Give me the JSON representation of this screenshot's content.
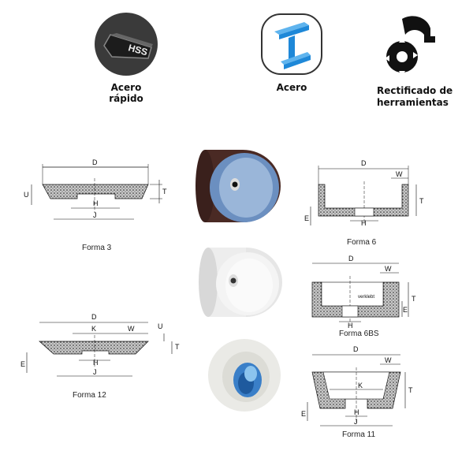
{
  "icons": [
    {
      "label": "Acero rápido",
      "badge_text": "HSS",
      "icon": "hss-tool-icon",
      "bg": "#3a3a3a"
    },
    {
      "label": "Acero",
      "icon": "steel-beam-icon",
      "bg": "#ffffff",
      "accent": "#1e88d8"
    },
    {
      "label": "Rectificado de herramientas",
      "icon": "saw-grinder-icon"
    }
  ],
  "forms": {
    "f3": {
      "caption": "Forma 3",
      "dims": {
        "D": "D",
        "H": "H",
        "J": "J",
        "T": "T",
        "U": "U"
      }
    },
    "f12": {
      "caption": "Forma 12",
      "dims": {
        "D": "D",
        "K": "K",
        "W": "W",
        "U": "U",
        "T": "T",
        "E": "E",
        "H": "H",
        "J": "J"
      }
    },
    "f6": {
      "caption": "Forma 6",
      "dims": {
        "D": "D",
        "W": "W",
        "T": "T",
        "E": "E",
        "H": "H"
      }
    },
    "f6bs": {
      "caption": "Forma 6BS",
      "dims": {
        "D": "D",
        "W": "W",
        "E": "E",
        "T": "T",
        "H": "H"
      },
      "inner_text": "verklebt"
    },
    "f11": {
      "caption": "Forma 11",
      "dims": {
        "D": "D",
        "W": "W",
        "K": "K",
        "T": "T",
        "E": "E",
        "H": "H",
        "J": "J"
      }
    }
  },
  "colors": {
    "wheel_brown": "#4a2a24",
    "wheel_blue": "#8fb0d8",
    "wheel_white": "#f2f2f2",
    "accent_blue": "#1e88d8"
  }
}
